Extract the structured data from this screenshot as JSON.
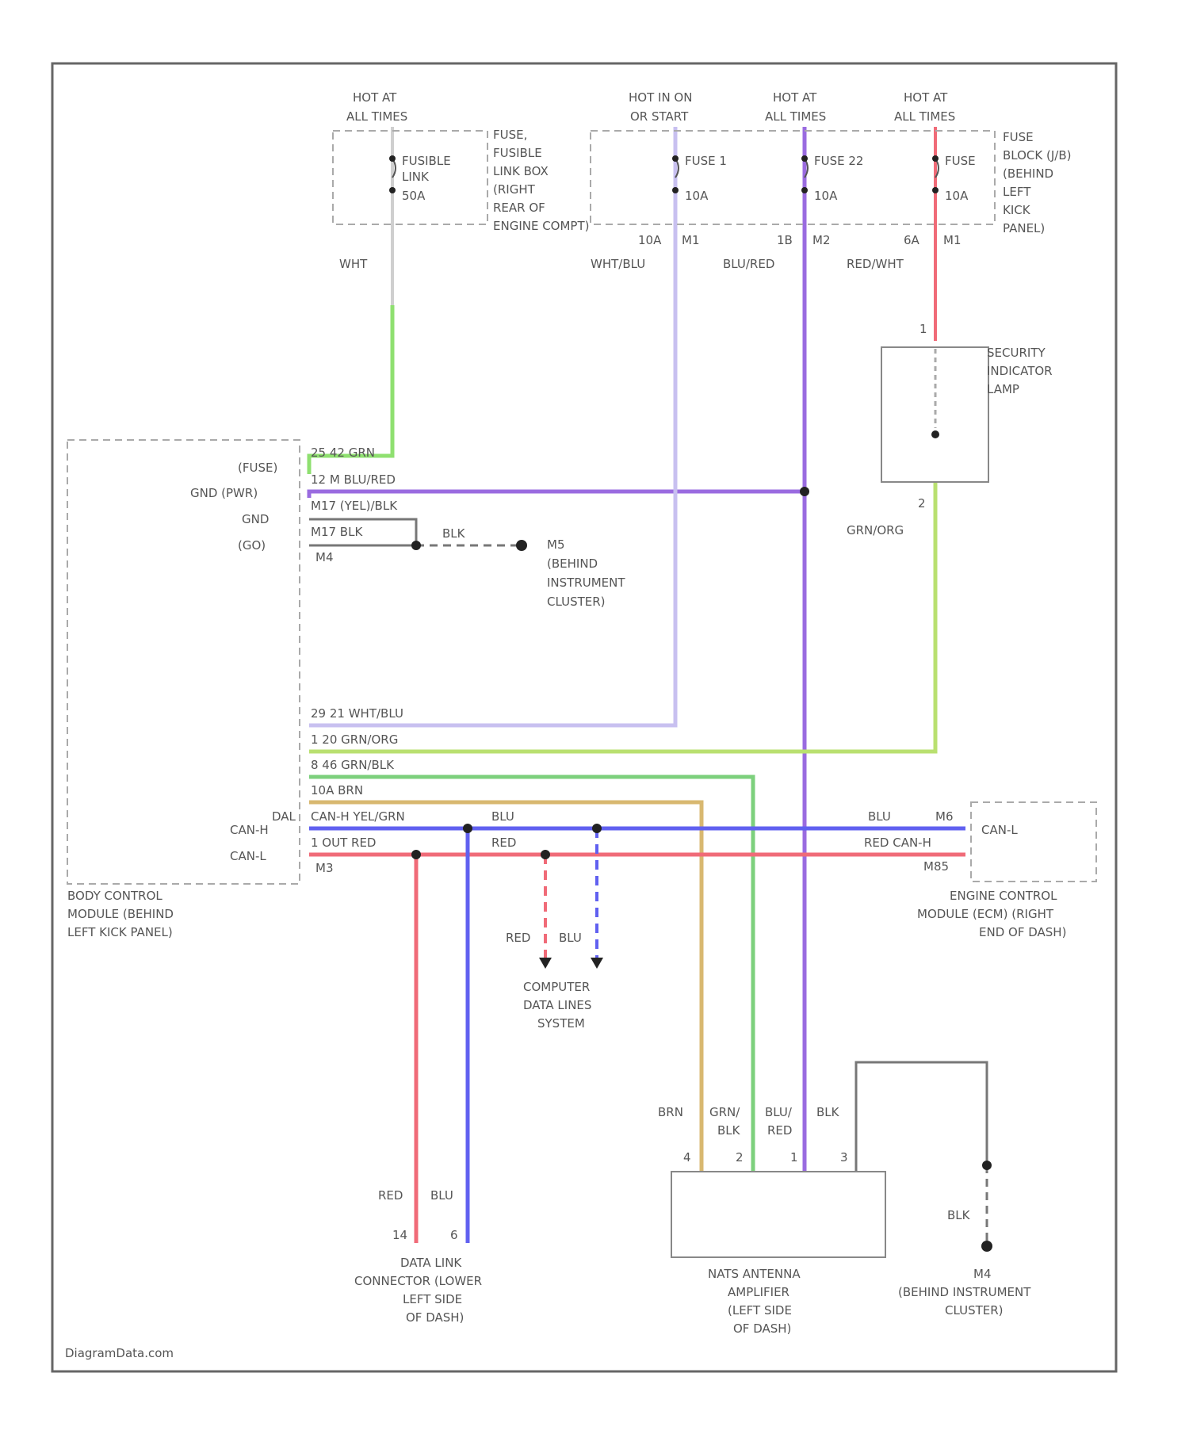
{
  "watermark": "DiagramData.com",
  "fuses": {
    "fusible_link": {
      "hot": [
        "HOT AT",
        "ALL TIMES"
      ],
      "name": [
        "FUSIBLE",
        "LINK"
      ],
      "rating": "50A"
    },
    "fusible_link_box": [
      "FUSE,",
      "FUSIBLE",
      "LINK BOX",
      "(RIGHT",
      "REAR OF",
      "ENGINE COMPT)"
    ],
    "fuse1": {
      "hot": [
        "HOT IN ON",
        "OR START"
      ],
      "name": "FUSE 1",
      "rating": "10A",
      "pins": [
        "10A",
        "M1"
      ],
      "wire": "WHT/BLU"
    },
    "fuse22": {
      "hot": [
        "HOT AT",
        "ALL TIMES"
      ],
      "name": "FUSE 22",
      "rating": "10A",
      "pins": [
        "1B",
        "M2"
      ],
      "wire": "BLU/RED"
    },
    "fuse_right": {
      "hot": [
        "HOT AT",
        "ALL TIMES"
      ],
      "name": "FUSE",
      "rating": "10A",
      "pins": [
        "6A",
        "M1"
      ],
      "wire": "RED/WHT"
    },
    "fuse_block": [
      "FUSE",
      "BLOCK (J/B)",
      "(BEHIND",
      "LEFT",
      "KICK",
      "PANEL)"
    ],
    "wht_wire": "WHT"
  },
  "security_lamp": {
    "label": [
      "SECURITY",
      "INDICATOR",
      "LAMP"
    ],
    "pin_top": "1",
    "pin_bottom": "2",
    "wire": "GRN/ORG"
  },
  "bcm": {
    "labels": [
      "(FUSE)",
      "GND (PWR)",
      "GND",
      "(GO)"
    ],
    "pins_top": [
      "25 42  GRN",
      "12 M  BLU/RED",
      "M17  (YEL)/BLK",
      "M17  BLK",
      "M4"
    ],
    "pins_bottom": [
      "29 21  WHT/BLU",
      "1 20  GRN/ORG",
      "8 46  GRN/BLK",
      "10A  BRN",
      "CAN-H  YEL/GRN",
      "1 OUT  RED",
      "M3"
    ],
    "can_labels": [
      "DAL",
      "CAN-H",
      "CAN-L"
    ],
    "name": [
      "BODY CONTROL",
      "MODULE (BEHIND",
      "LEFT KICK PANEL)"
    ]
  },
  "ground_m5": {
    "wire": "BLK",
    "label": [
      "M5",
      "(BEHIND",
      "INSTRUMENT",
      "CLUSTER)"
    ]
  },
  "can_bus": {
    "blu_label": "BLU",
    "red_label": "RED",
    "ecm_pins": [
      "BLU",
      "M6",
      "RED CAN-H",
      "M85"
    ]
  },
  "ecm": {
    "pins": [
      "CAN-L"
    ],
    "name": [
      "ENGINE CONTROL",
      "MODULE (ECM) (RIGHT",
      "END OF DASH)"
    ]
  },
  "data_lines": {
    "wires": [
      "RED",
      "BLU"
    ],
    "label": [
      "COMPUTER",
      "DATA LINES",
      "SYSTEM"
    ]
  },
  "dlc": {
    "wires": [
      "RED",
      "BLU"
    ],
    "pins": [
      "14",
      "6"
    ],
    "name": [
      "DATA LINK",
      "CONNECTOR (LOWER",
      "LEFT SIDE",
      "OF DASH)"
    ]
  },
  "natz": {
    "wires": [
      "BRN",
      "GRN/",
      "BLK",
      "BLU/",
      "RED",
      "BLK"
    ],
    "pins": [
      "4",
      "2",
      "1",
      "3"
    ],
    "name": [
      "NATS ANTENNA",
      "AMPLIFIER",
      "(LEFT SIDE",
      "OF DASH)"
    ]
  },
  "ground_m4": {
    "wire": "BLK",
    "label": [
      "M4",
      "(BEHIND INSTRUMENT",
      "CLUSTER)"
    ]
  },
  "wire_colors": {
    "wht": "#cfcfcf",
    "grn": "#8fe070",
    "blu_red": "#9a6be0",
    "wht_blu": "#c8c0f0",
    "red": "#f06b78",
    "grn_org": "#b9e070",
    "grn_blk": "#7dd07d",
    "brn": "#d8b870",
    "blu": "#6060f0",
    "blk": "#777777"
  }
}
